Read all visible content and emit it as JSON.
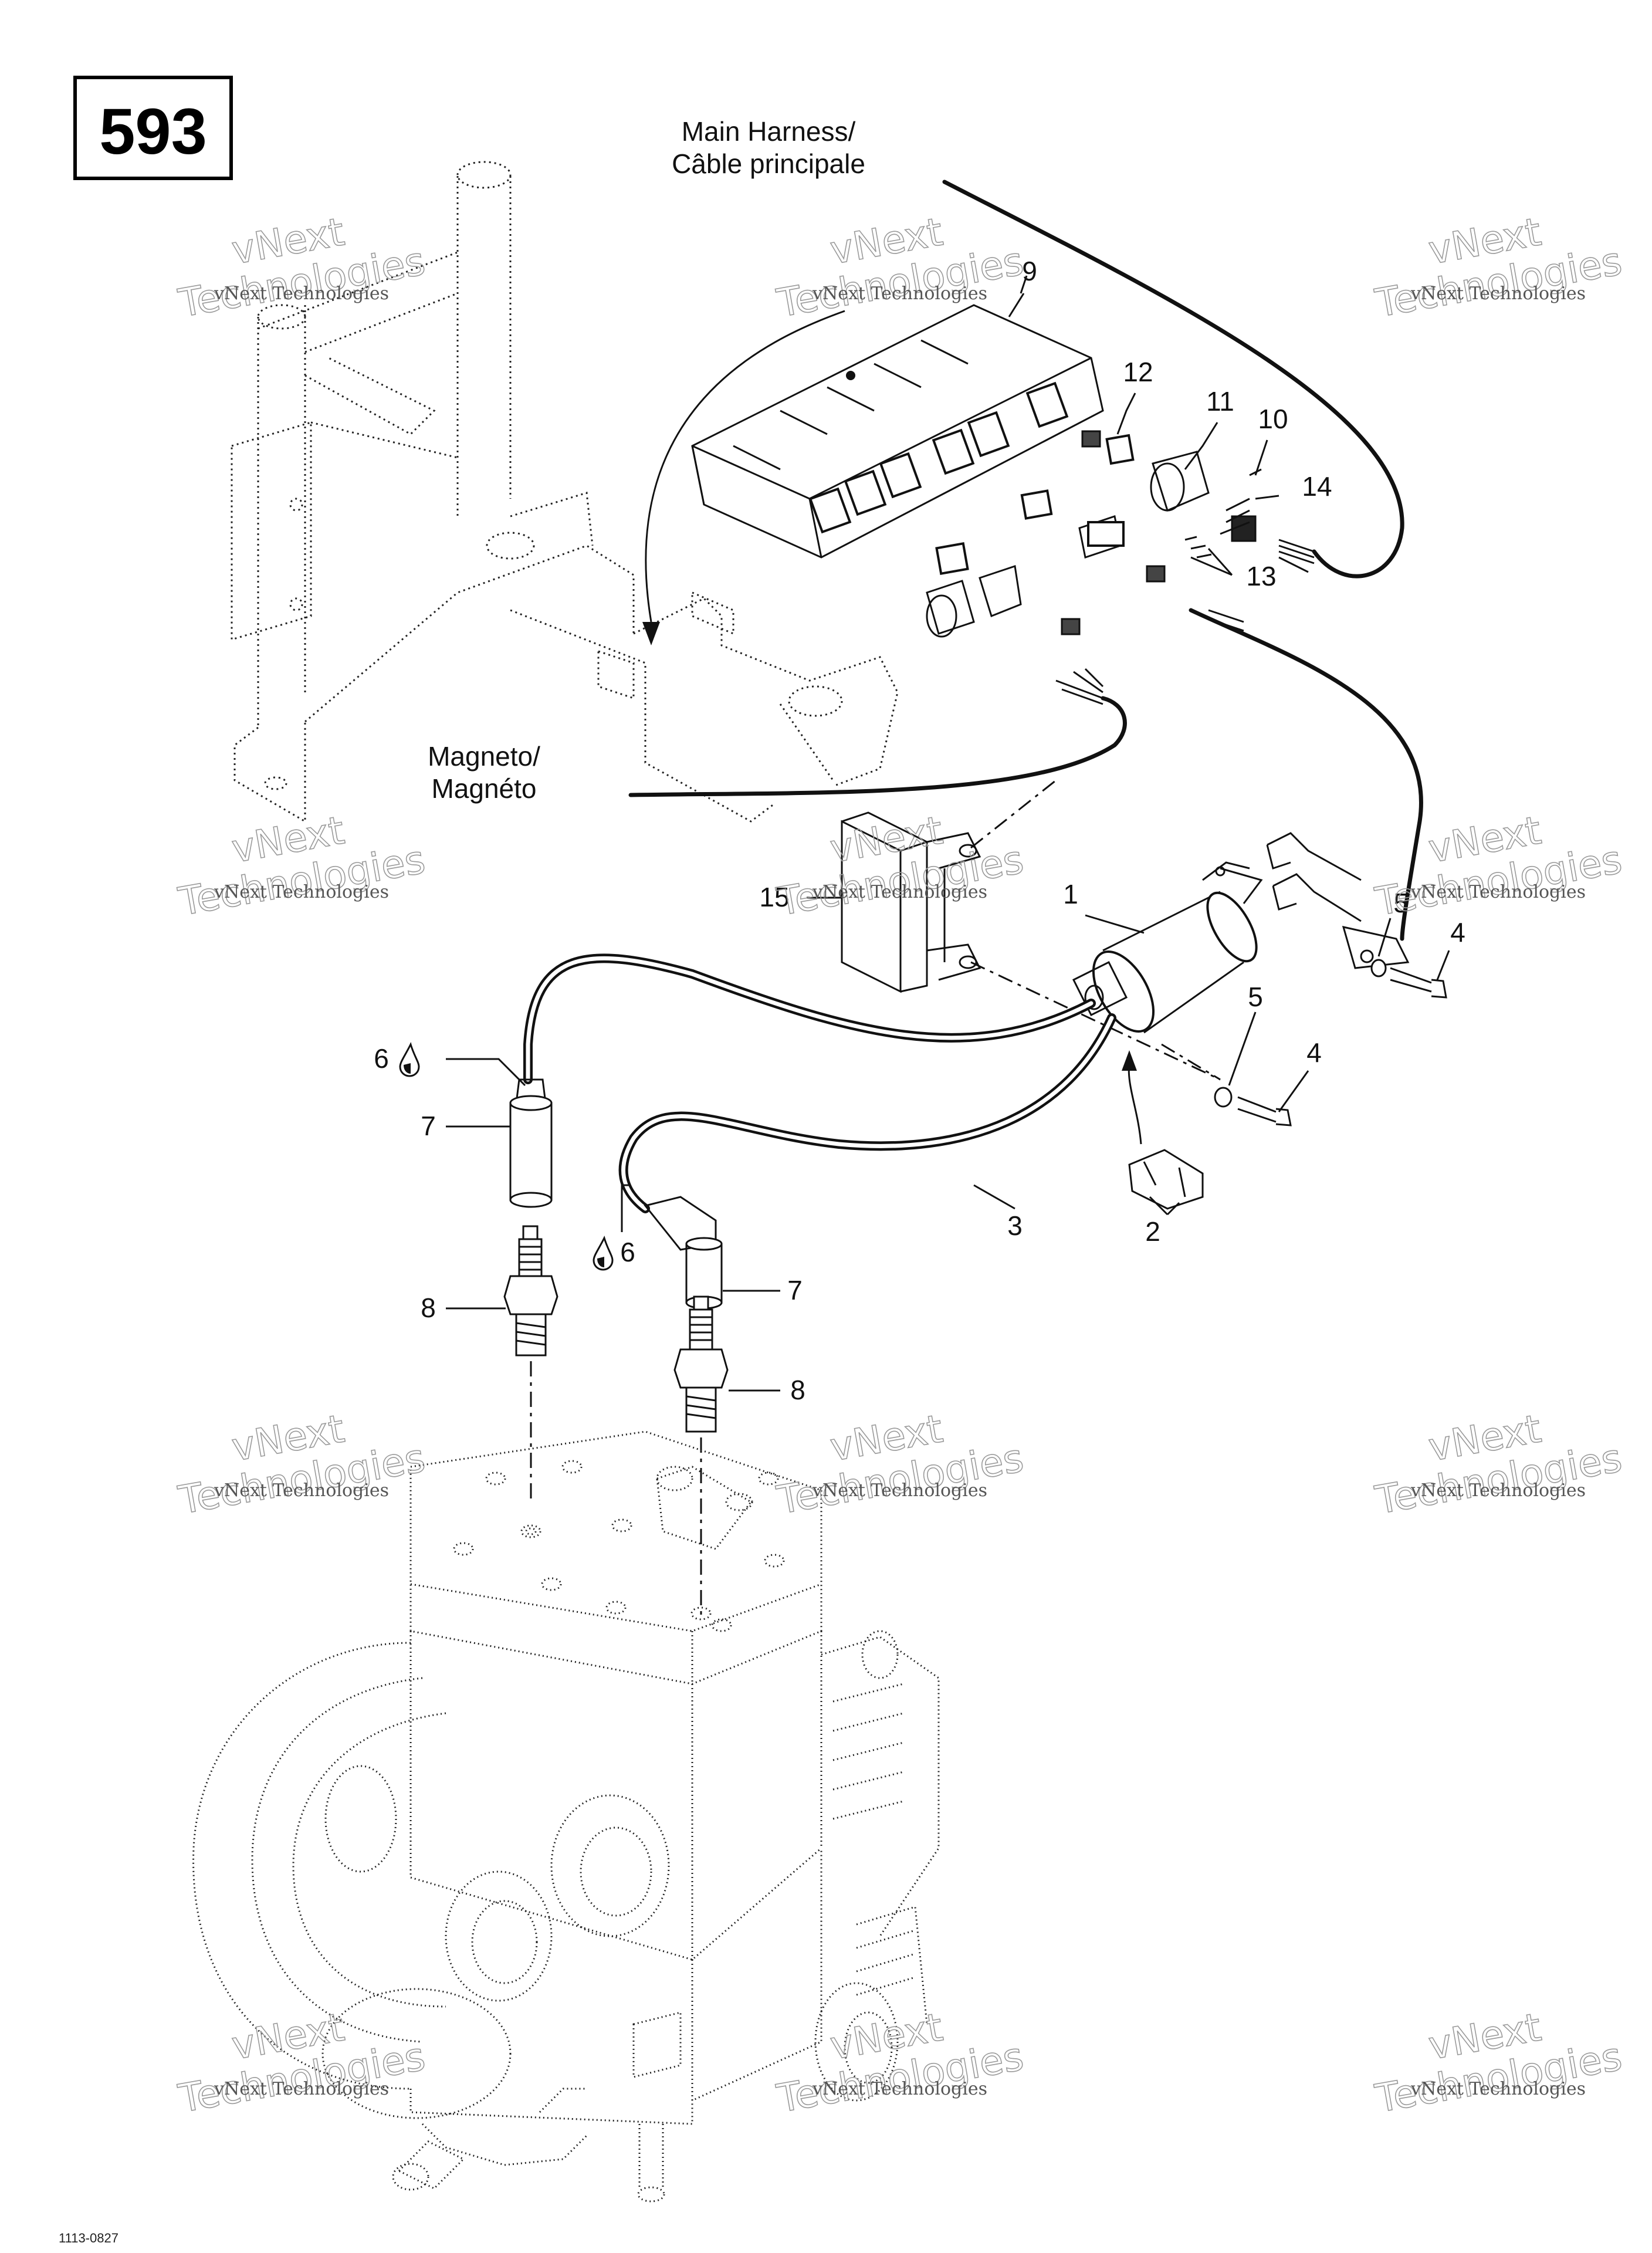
{
  "page_number": "593",
  "callouts": {
    "main_harness_line1": "Main Harness/",
    "main_harness_line2": "Câble principale",
    "magneto_line1": "Magneto/",
    "magneto_line2": "Magnéto"
  },
  "parts": {
    "p1": "1",
    "p2": "2",
    "p3": "3",
    "p4": "4",
    "p5": "5",
    "p6": "6",
    "p7": "7",
    "p8": "8",
    "p9": "9",
    "p10": "10",
    "p11": "11",
    "p12": "12",
    "p13": "13",
    "p14": "14",
    "p15": "15"
  },
  "watermark": {
    "line1": "vNext Technologies",
    "line2": "vNext",
    "line3": "Technologies"
  },
  "footer_code": "1113-0827"
}
